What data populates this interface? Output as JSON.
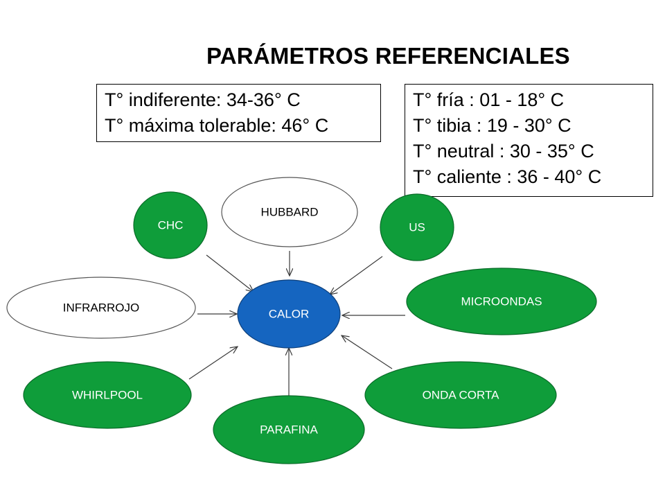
{
  "title": "PARÁMETROS REFERENCIALES",
  "box_left": {
    "lines": [
      "T° indiferente: 34-36° C",
      "T° máxima tolerable: 46° C"
    ]
  },
  "box_right": {
    "lines": [
      "T° fría : 01 - 18° C",
      "T° tibia : 19 - 30° C",
      "T° neutral : 30 - 35° C",
      "T° caliente : 36 - 40° C"
    ]
  },
  "colors": {
    "green": "#0f9d3a",
    "blue": "#1565c0",
    "white": "#ffffff"
  },
  "nodes": {
    "center": "CALOR",
    "hubbard": "HUBBARD",
    "chc": "CHC",
    "us": "US",
    "infrarrojo": "INFRARROJO",
    "microondas": "MICROONDAS",
    "whirlpool": "WHIRLPOOL",
    "parafina": "PARAFINA",
    "onda_corta": "ONDA CORTA"
  }
}
